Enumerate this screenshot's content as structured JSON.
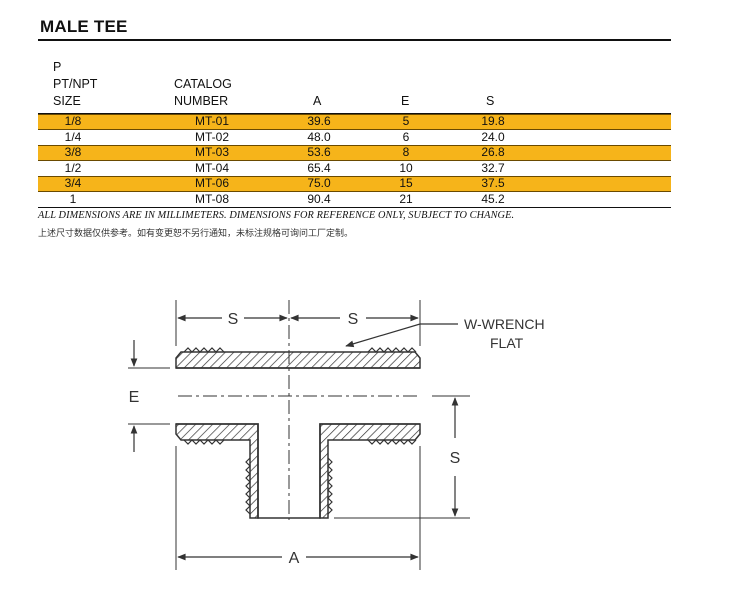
{
  "title": "MALE TEE",
  "headers": {
    "size_lines": [
      "P",
      "PT/NPT",
      "SIZE"
    ],
    "catalog_lines": [
      "CATALOG",
      "NUMBER"
    ],
    "a": "A",
    "e": "E",
    "s": "S"
  },
  "rows": [
    {
      "size": "1/8",
      "catalog": "MT-01",
      "a": "39.6",
      "e": "5",
      "s": "19.8",
      "highlight": true
    },
    {
      "size": "1/4",
      "catalog": "MT-02",
      "a": "48.0",
      "e": "6",
      "s": "24.0",
      "highlight": false
    },
    {
      "size": "3/8",
      "catalog": "MT-03",
      "a": "53.6",
      "e": "8",
      "s": "26.8",
      "highlight": true
    },
    {
      "size": "1/2",
      "catalog": "MT-04",
      "a": "65.4",
      "e": "10",
      "s": "32.7",
      "highlight": false
    },
    {
      "size": "3/4",
      "catalog": "MT-06",
      "a": "75.0",
      "e": "15",
      "s": "37.5",
      "highlight": true
    },
    {
      "size": "1",
      "catalog": "MT-08",
      "a": "90.4",
      "e": "21",
      "s": "45.2",
      "highlight": false
    }
  ],
  "notes": {
    "english": "ALL DIMENSIONS ARE IN MILLIMETERS.  DIMENSIONS FOR REFERENCE ONLY, SUBJECT TO CHANGE.",
    "chinese": "上述尺寸数据仅供参考。如有变更恕不另行通知，未标注规格可询问工厂定制。"
  },
  "drawing": {
    "labels": {
      "s": "S",
      "e": "E",
      "a": "A",
      "wrench_line1": "W-WRENCH",
      "wrench_line2": "FLAT"
    }
  },
  "colors": {
    "highlight": "#f6b41a",
    "text": "#111111",
    "drawing": "#333333"
  }
}
